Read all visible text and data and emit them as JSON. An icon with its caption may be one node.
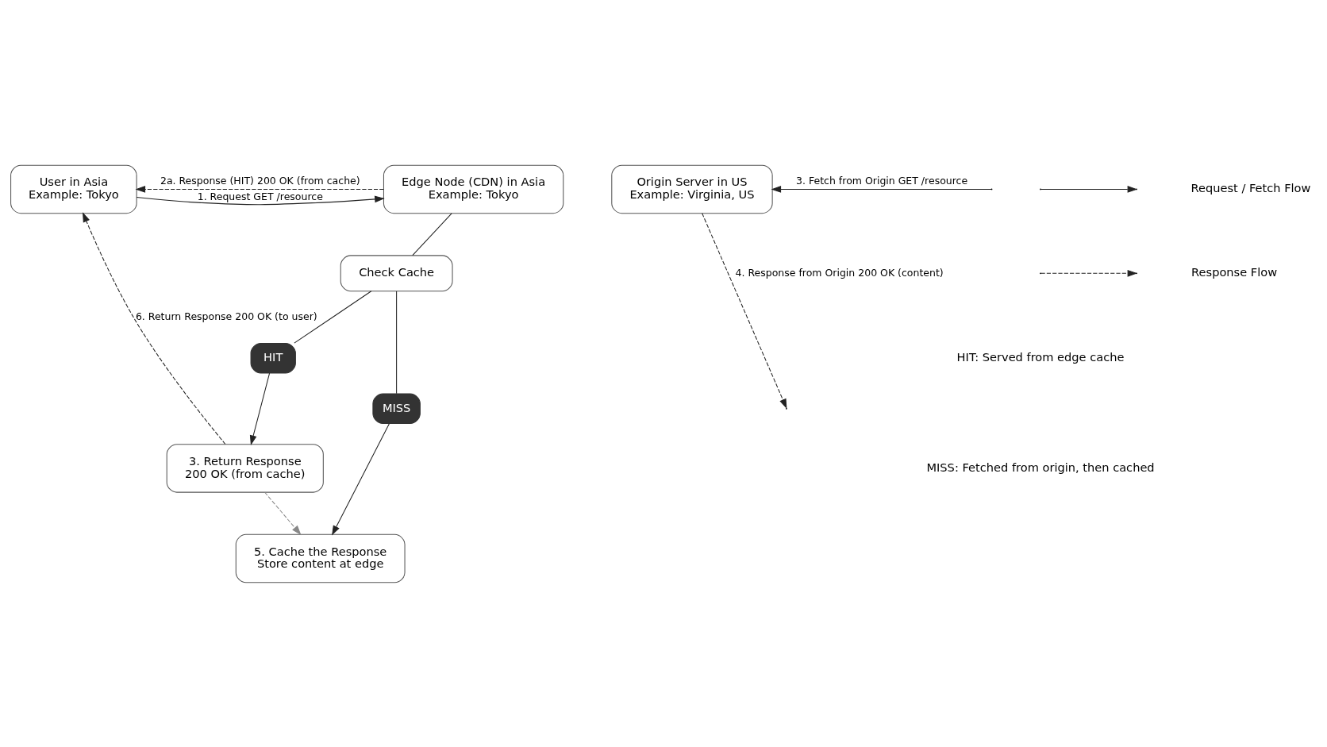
{
  "diagram": {
    "nodes": [
      {
        "text": [
          "User in Asia",
          "Example: Tokyo"
        ]
      },
      {
        "text": [
          "Edge Node (CDN) in Asia",
          "Example: Tokyo"
        ]
      },
      {
        "text": [
          "Origin Server in US",
          "Example: Virginia, US"
        ]
      },
      {
        "text": [
          "Check Cache"
        ]
      },
      {
        "text": [
          "HIT"
        ]
      },
      {
        "text": [
          "MISS"
        ]
      },
      {
        "text": [
          "3. Return Response",
          "200 OK (from cache)"
        ]
      },
      {
        "text": [
          "5. Cache the Response",
          "Store content at edge"
        ]
      }
    ],
    "edges": [
      {
        "from": 0,
        "to": 1,
        "arrow": "to",
        "label": "1. Request GET /resource"
      },
      {
        "from": 1,
        "to": 0,
        "arrow": "to",
        "style": "dashed",
        "label": "2a. Response (HIT) 200 OK (from cache)"
      },
      {
        "from": 1,
        "to": 3,
        "arrow": "none"
      },
      {
        "from": 3,
        "to": 4,
        "arrow": "none"
      },
      {
        "from": 4,
        "to": 6,
        "arrow": "to"
      },
      {
        "from": 3,
        "to": 5,
        "arrow": "none"
      },
      {
        "from": 5,
        "to": 7,
        "arrow": "to"
      },
      {
        "from": null,
        "to": 2,
        "arrow": "to",
        "label": "3. Fetch from Origin GET /resource"
      },
      {
        "from": 2,
        "to": null,
        "arrow": "to",
        "style": "dashed",
        "label": "4. Response from Origin 200 OK (content)"
      },
      {
        "from": 6,
        "to": 0,
        "arrow": "to",
        "style": "dashed",
        "label": "6. Return Response 200 OK (to user)"
      },
      {
        "from": 6,
        "to": 7,
        "arrow": "to",
        "style": "dashed",
        "color": "#888888"
      }
    ],
    "labels": [
      "HIT: Served from edge cache",
      "MISS: Fetched from origin, then cached"
    ],
    "legend": [
      {
        "text": "Request / Fetch Flow"
      },
      {
        "text": "Response Flow"
      }
    ]
  }
}
